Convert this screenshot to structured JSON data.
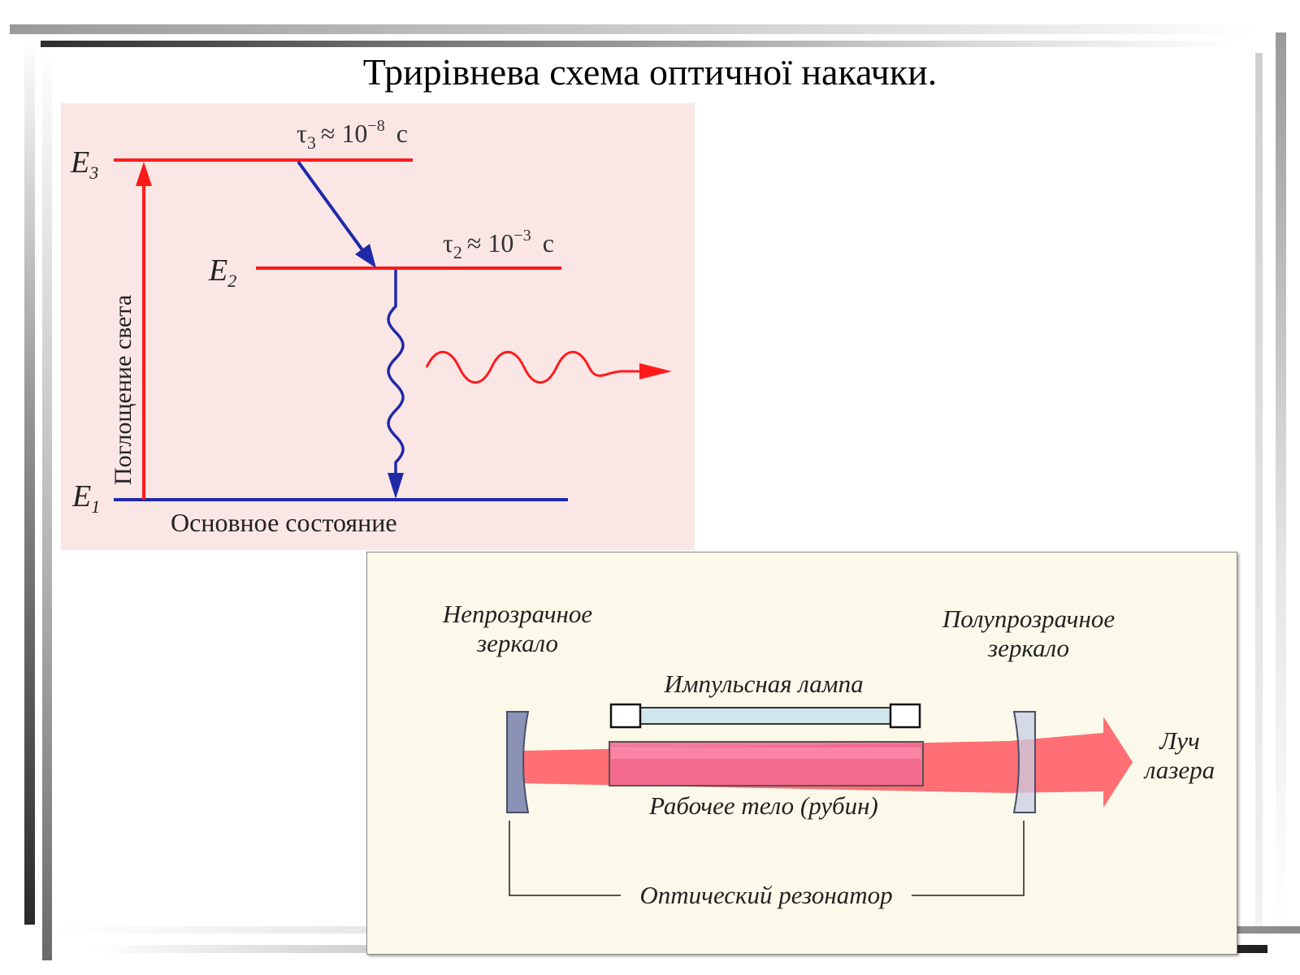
{
  "slide": {
    "title": "Трирівнева схема оптичної накачки."
  },
  "energy_diagram": {
    "levels": {
      "e3_symbol": "E",
      "e3_sub": "3",
      "e2_symbol": "E",
      "e2_sub": "2",
      "e1_symbol": "E",
      "e1_sub": "1"
    },
    "tau3": {
      "symbol": "τ",
      "sub": "3",
      "approx": "≈ 10",
      "exp": "−8",
      "unit": "c"
    },
    "tau2": {
      "symbol": "τ",
      "sub": "2",
      "approx": "≈ 10",
      "exp": "−3",
      "unit": "c"
    },
    "absorption_label": "Поглощение света",
    "ground_state_label": "Основное состояние",
    "colors": {
      "level": "#ff1a1a",
      "ground": "#1f2aa8",
      "transition": "#1f2aa8",
      "photon": "#ff1a1a",
      "background": "#fbe6e6"
    }
  },
  "laser_diagram": {
    "opaque_mirror_line1": "Непрозрачное",
    "opaque_mirror_line2": "зеркало",
    "semi_mirror_line1": "Полупрозрачное",
    "semi_mirror_line2": "зеркало",
    "lamp_label": "Импульсная лампа",
    "working_body_label": "Рабочее тело (рубин)",
    "beam_label_line1": "Луч",
    "beam_label_line2": "лазера",
    "resonator_label": "Оптический резонатор",
    "colors": {
      "beam": "#ff6f73",
      "rod": "#f36a92",
      "lamp": "#cfe7ec",
      "mirror": "#8a92b5",
      "background": "#fbf9ea"
    }
  }
}
